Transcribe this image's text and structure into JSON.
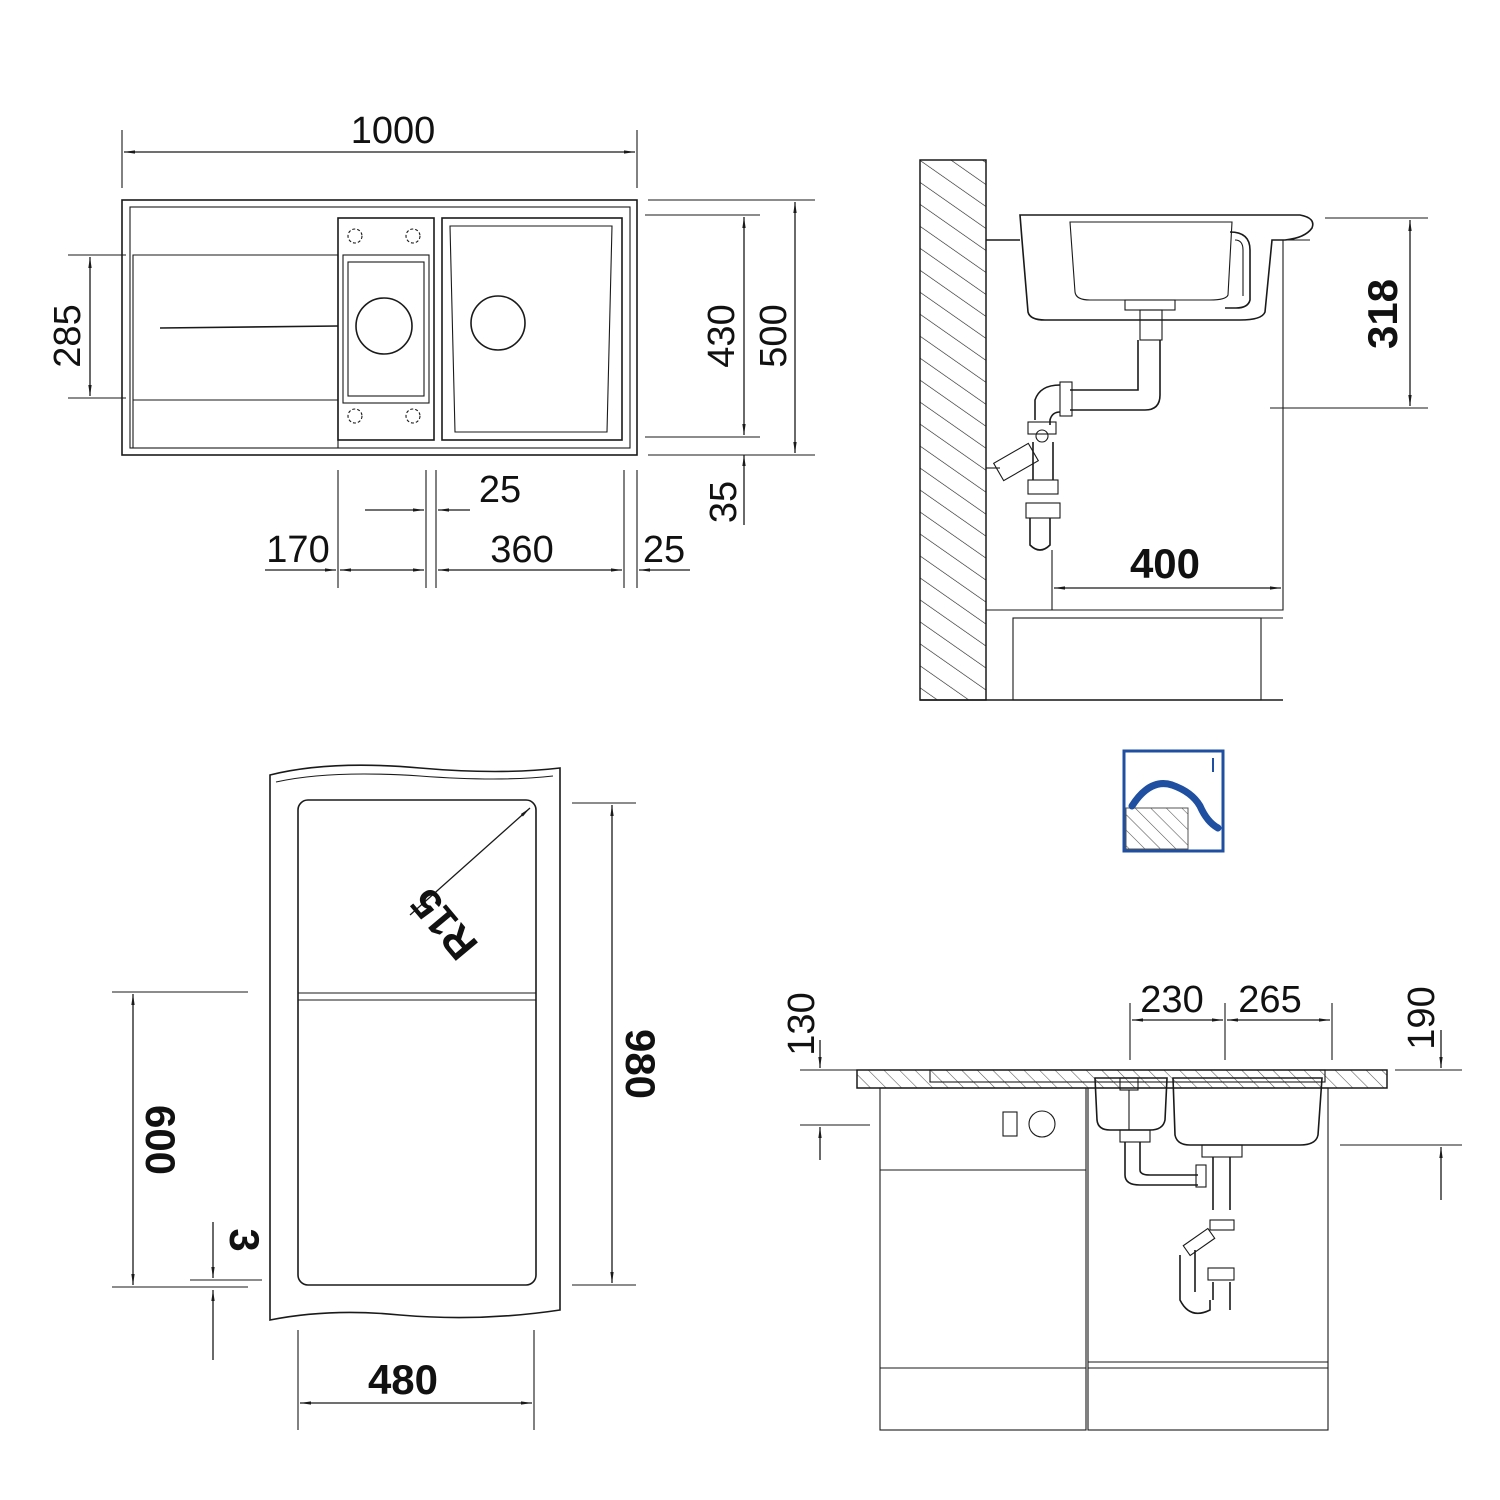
{
  "top_view": {
    "overall_width": "1000",
    "drainer_depth": "285",
    "inner_depth": "430",
    "overall_depth": "500",
    "rim_offset": "35",
    "gap_center": "25",
    "drainer_width": "170",
    "bowl_width": "360",
    "edge_offset": "25"
  },
  "side_view": {
    "bowl_depth": "318",
    "drain_distance": "400"
  },
  "cutout_view": {
    "corner_radius": "R15",
    "length": "980",
    "cabinet_depth": "600",
    "overhang": "3",
    "width": "480"
  },
  "front_view": {
    "rim_height": "130",
    "center_left": "230",
    "center_right": "265",
    "total_height": "190"
  },
  "icon": {
    "name": "inset-mounting-icon",
    "accent_color": "#1f4fa0"
  }
}
